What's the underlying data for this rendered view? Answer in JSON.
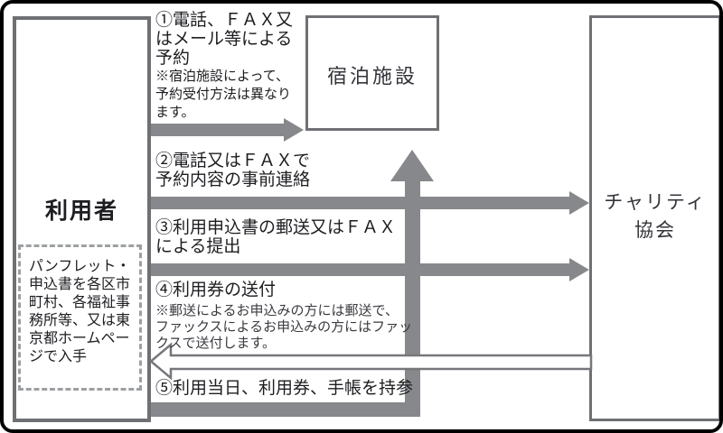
{
  "actors": {
    "user": {
      "label": "利用者"
    },
    "facility": {
      "label": "宿泊施設"
    },
    "charity": {
      "label_line1": "チャリティ",
      "label_line2": "協会"
    }
  },
  "note_box": {
    "lines": [
      "パンフレット・",
      "申込書を各区市",
      "町村、各福祉事",
      "務所等、又は東",
      "京都ホームペー",
      "ジで入手"
    ]
  },
  "steps": [
    {
      "id": "1",
      "lines": [
        "①電話、ＦＡＸ又",
        "はメール等による",
        "予約"
      ],
      "note_lines": [
        "※宿泊施設によって、",
        "予約受付方法は異なり",
        "ます。"
      ]
    },
    {
      "id": "2",
      "lines": [
        "②電話又はＦＡＸで",
        "予約内容の事前連絡"
      ]
    },
    {
      "id": "3",
      "lines": [
        "③利用申込書の郵送又はＦＡＸ",
        "による提出"
      ]
    },
    {
      "id": "4",
      "title": "④利用券の送付",
      "note_lines": [
        "※郵送によるお申込みの方には郵送で、",
        "ファックスによるお申込みの方にはファッ",
        "クスで送付します。"
      ]
    },
    {
      "id": "5",
      "label": "⑤利用当日、利用券、手帳を持参"
    }
  ],
  "colors": {
    "arrow_gray": "#87888b",
    "border_gray": "#6f7073",
    "dashed_gray": "#9da0a3",
    "text_color": "#1e1e22",
    "serif_text": "#33343a",
    "frame_black": "#000000"
  }
}
